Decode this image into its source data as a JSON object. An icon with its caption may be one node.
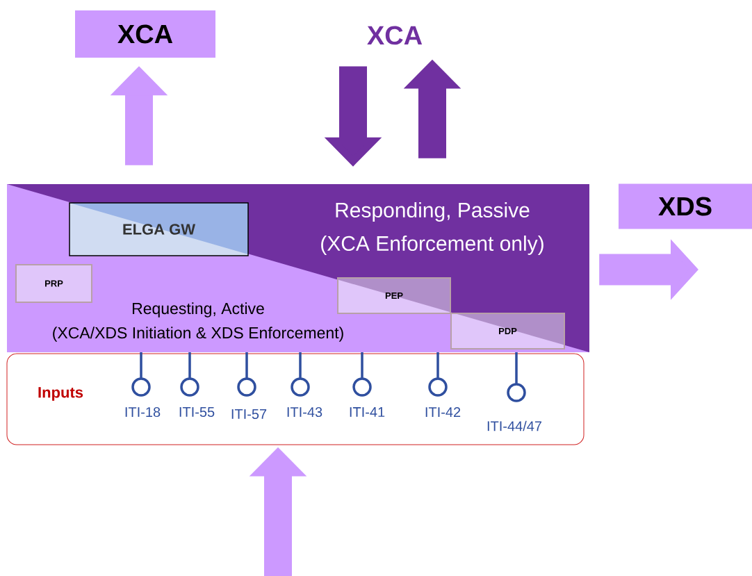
{
  "diagram": {
    "nodes": [
      {
        "text": [
          "XCA"
        ]
      },
      {
        "text": [
          "XCA"
        ]
      },
      {
        "text": [
          "XDS"
        ]
      },
      {
        "text": [
          "Responding, Passive",
          "(XCA Enforcement only)",
          "Requesting, Active",
          "(XCA/XDS Initiation & XDS Enforcement)"
        ]
      },
      {
        "text": [
          "ELGA GW"
        ],
        "in": 3
      },
      {
        "text": [
          "PRP"
        ],
        "in": 3
      },
      {
        "text": [
          "PEP"
        ],
        "in": 3
      },
      {
        "text": [
          "PDP"
        ],
        "in": 3
      },
      {
        "text": [
          "Inputs"
        ]
      }
    ],
    "edges": [
      {
        "from": 3,
        "to": 0,
        "arrow": "to"
      },
      {
        "from": 1,
        "to": 3,
        "arrow": "to",
        "color": "#7030a0"
      },
      {
        "from": 3,
        "to": 1,
        "arrow": "to",
        "color": "#7030a0"
      },
      {
        "from": 3,
        "to": null,
        "arrow": "to"
      },
      {
        "from": null,
        "to": 8,
        "arrow": "to"
      }
    ],
    "labels": [
      "ITI-18",
      "ITI-55",
      "ITI-57",
      "ITI-43",
      "ITI-41",
      "ITI-42",
      "ITI-44/47"
    ]
  }
}
